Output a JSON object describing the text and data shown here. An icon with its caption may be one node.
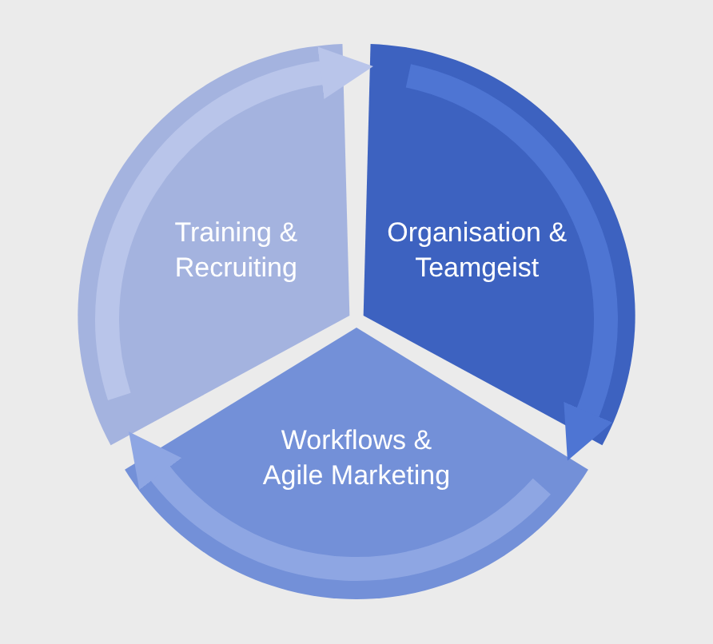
{
  "diagram": {
    "nodes": [
      {
        "text": [
          "Training & Recruiting"
        ]
      },
      {
        "text": [
          "Organisation & Teamgeist"
        ]
      },
      {
        "text": [
          "Workflows & Agile Marketing"
        ]
      }
    ],
    "edges": [
      {
        "from": 0,
        "to": 1,
        "arrow": "to",
        "color": "#b9c5ea"
      },
      {
        "from": 1,
        "to": 2,
        "arrow": "to",
        "color": "#4e75d3"
      },
      {
        "from": 2,
        "to": 0,
        "arrow": "to",
        "color": "#8ea6e3"
      }
    ]
  }
}
